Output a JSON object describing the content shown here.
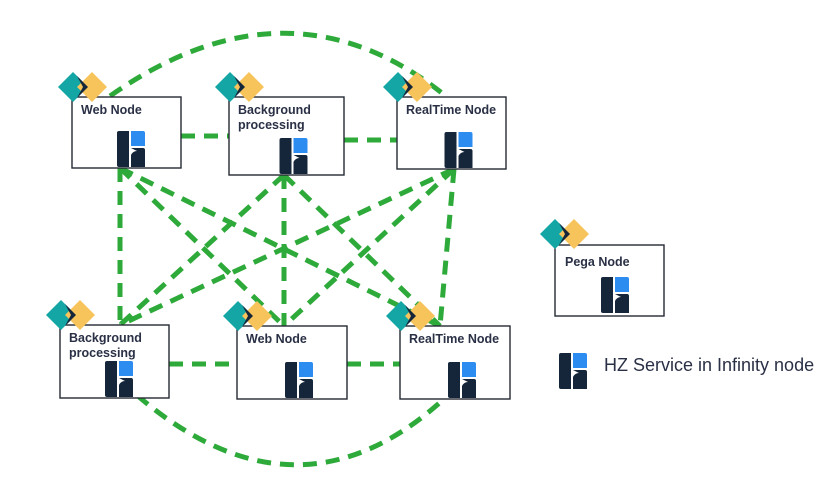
{
  "colors": {
    "connection": "#2eaa3a",
    "teal_diamond": "#13a6a5",
    "yellow_diamond": "#f7c45c",
    "dark_tile": "#15263a",
    "blue_tile": "#2d8cf0",
    "box_border": "#252a33",
    "text": "#2a3045"
  },
  "cluster": {
    "nodes": [
      {
        "label_lines": [
          "Web Node"
        ]
      },
      {
        "label_lines": [
          "Background",
          "processing"
        ]
      },
      {
        "label_lines": [
          "RealTime Node"
        ]
      },
      {
        "label_lines": [
          "Background",
          "processing"
        ]
      },
      {
        "label_lines": [
          "Web Node"
        ]
      },
      {
        "label_lines": [
          "RealTime Node"
        ]
      }
    ]
  },
  "legend": {
    "pega_node_label": "Pega Node",
    "hz_service_label": "HZ Service in Infinity node"
  },
  "icons": {
    "node_badge": "kubernetes-diamond-icon",
    "hz_service": "hazelcast-service-icon"
  }
}
